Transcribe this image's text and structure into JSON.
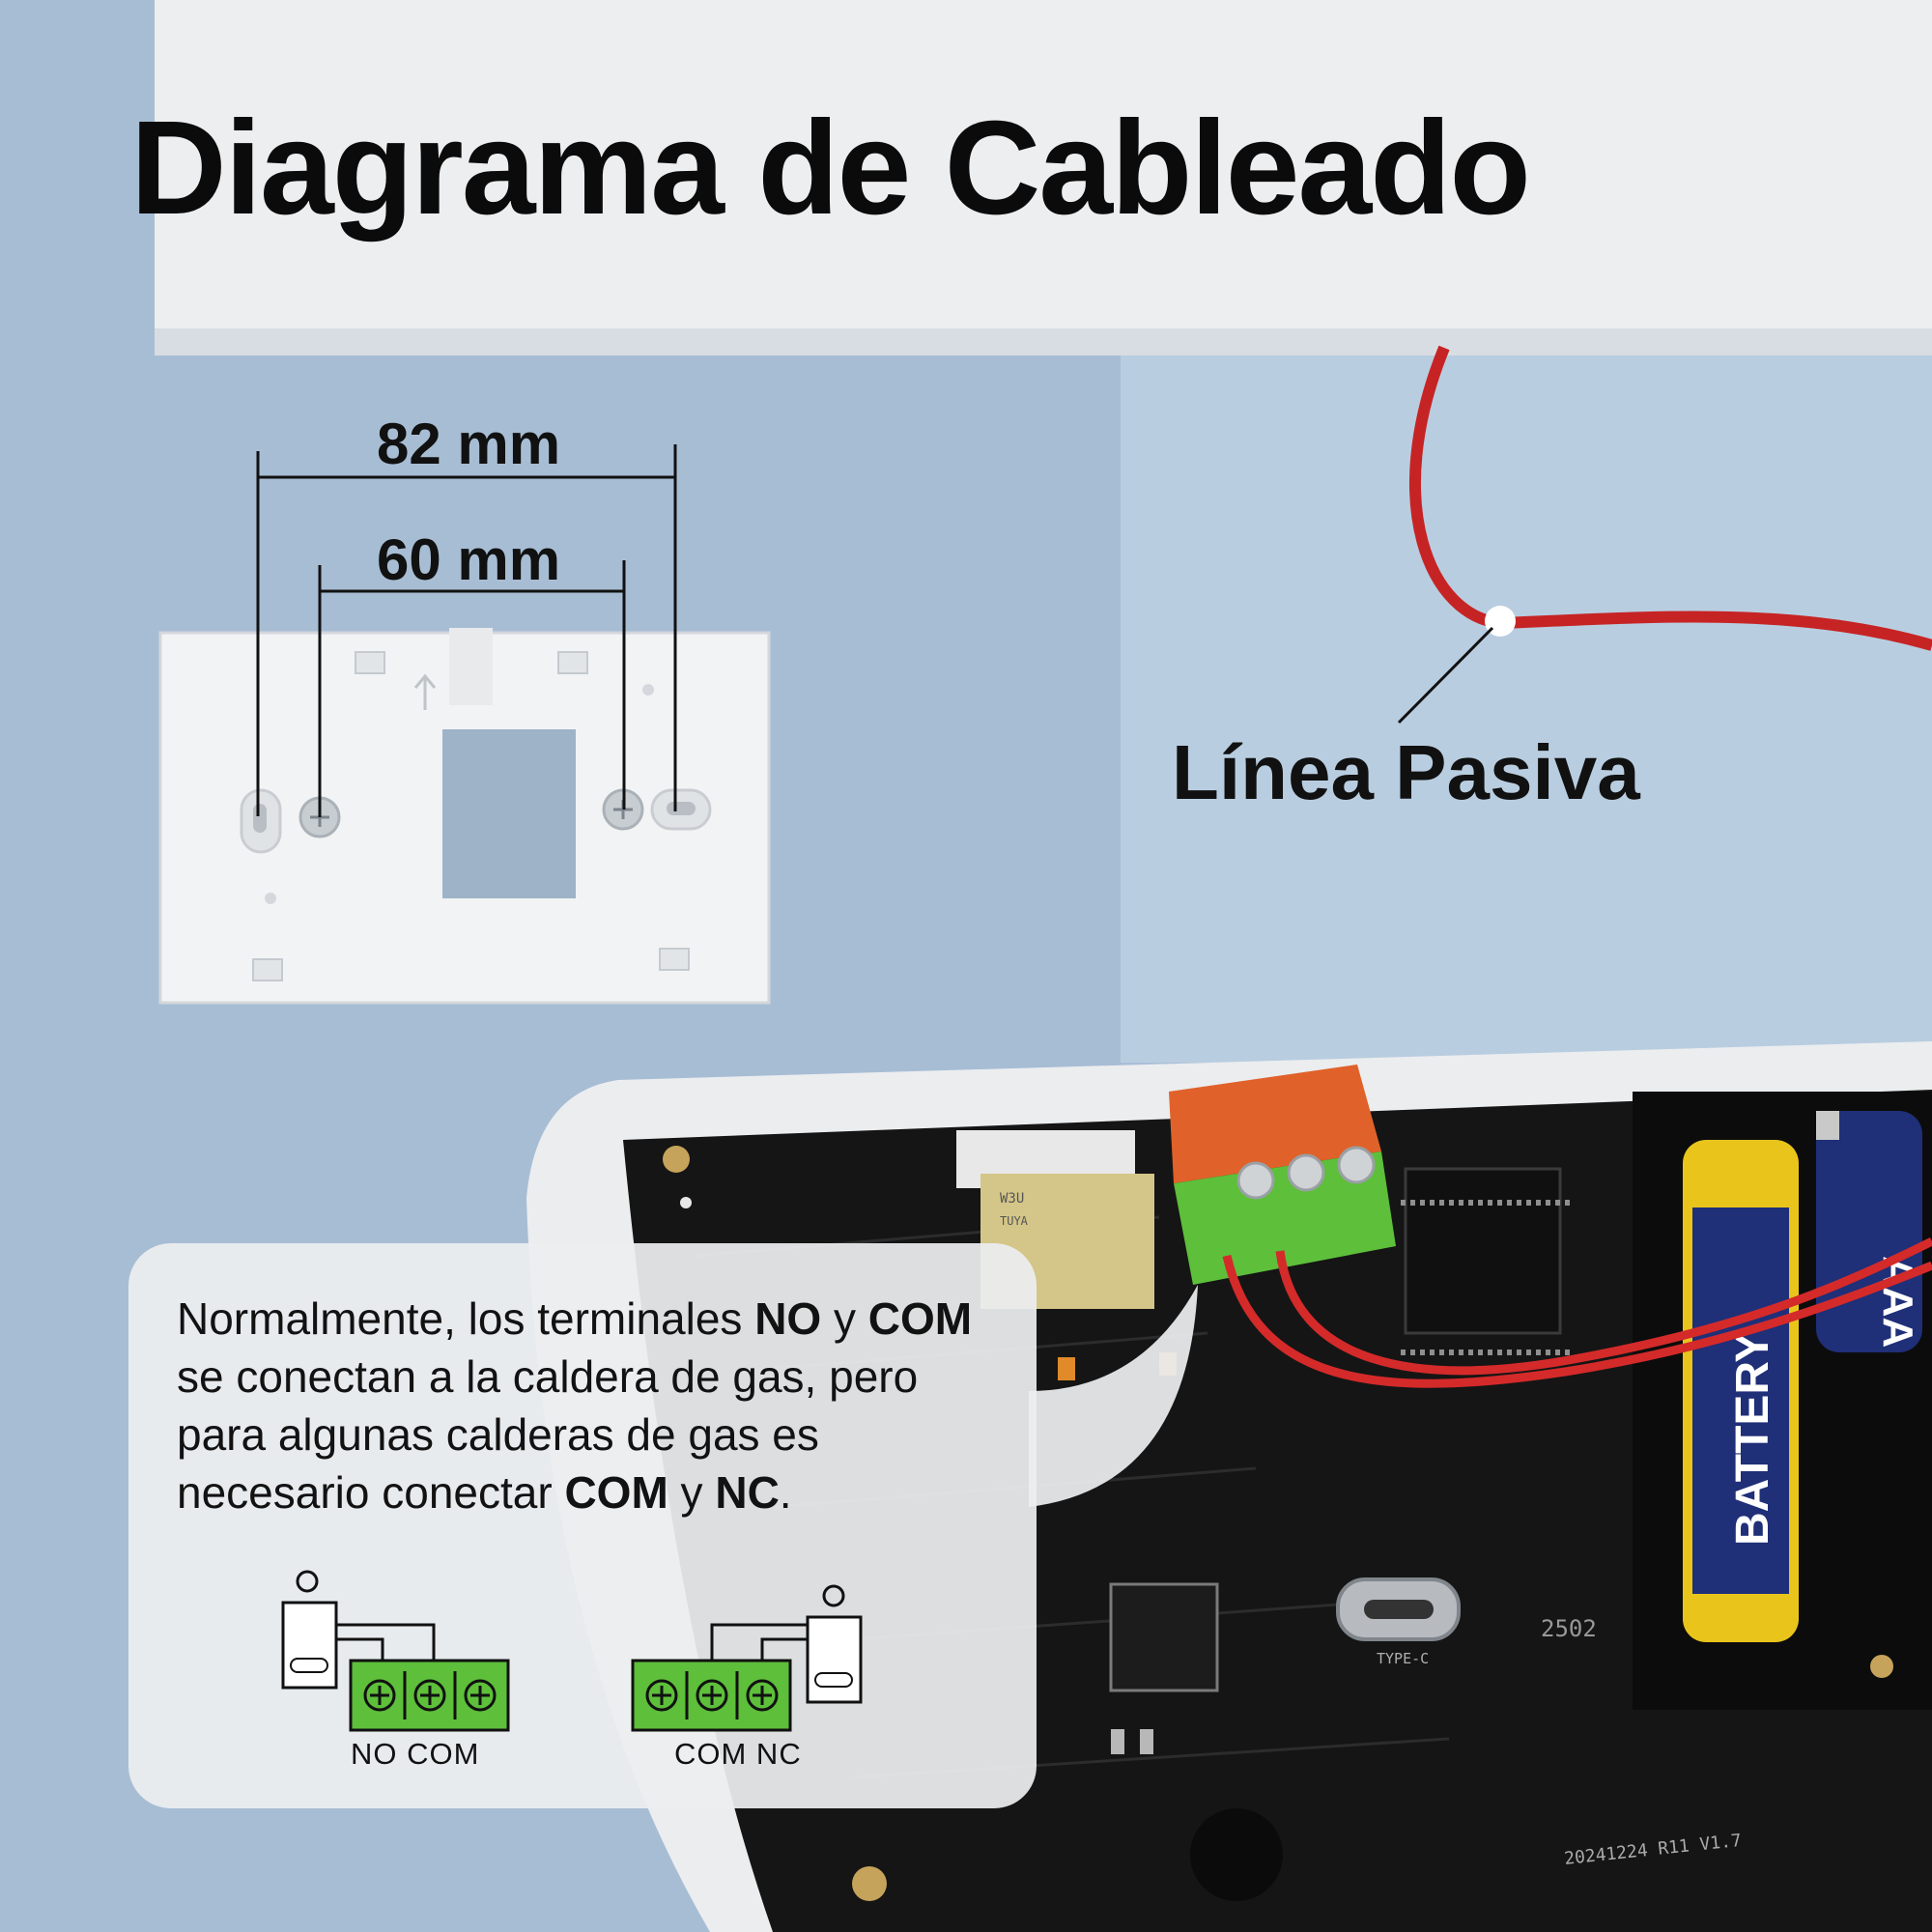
{
  "title": "Diagrama de Cableado",
  "dimensions": {
    "outer": "82 mm",
    "inner": "60 mm"
  },
  "wire_label": "Línea Pasiva",
  "callout": {
    "segments": [
      {
        "text": "Normalmente, los terminales ",
        "bold": false
      },
      {
        "text": "NO",
        "bold": true
      },
      {
        "text": " y ",
        "bold": false
      },
      {
        "text": "COM",
        "bold": true
      },
      {
        "text": " se conectan a la caldera de gas, pero para algunas calderas de gas es necesario conectar ",
        "bold": false
      },
      {
        "text": "COM",
        "bold": true
      },
      {
        "text": " y ",
        "bold": false
      },
      {
        "text": "NC",
        "bold": true
      },
      {
        "text": ".",
        "bold": false
      }
    ],
    "diagram_left_label": "NO COM",
    "diagram_right_label": "COM NC"
  },
  "board_markings": {
    "module_line1": "W3U",
    "module_line2": "TUYA",
    "usb_label": "TYPE-C",
    "chip_code": "2502",
    "version": "20241224 R11 V1.7"
  },
  "battery": {
    "type": "AAA",
    "label": "BATTERY"
  },
  "colors": {
    "wall": "#a9bfd6",
    "wire": "#d42a2a",
    "terminal_green": "#5dbf3a",
    "terminal_orange": "#e0622a",
    "pcb": "#151515",
    "battery_blue": "#1f2f78",
    "battery_yellow": "#e9c51c"
  }
}
